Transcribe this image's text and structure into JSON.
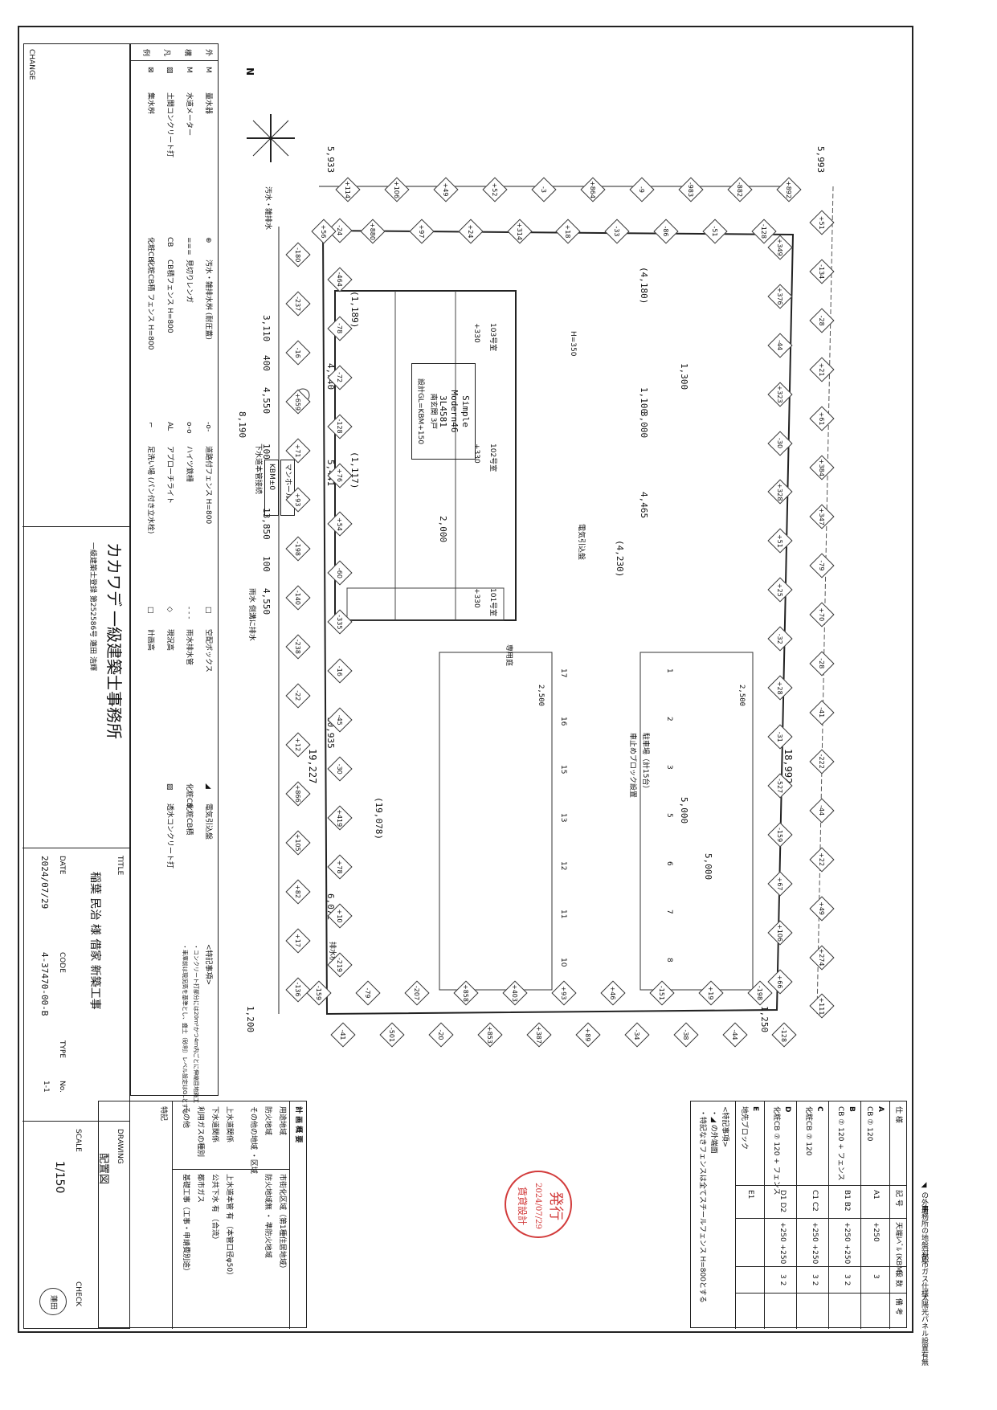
{
  "title_block": {
    "title_label": "TITLE",
    "title": "稲葉 民治 様 借家 新築工事",
    "drawing_label": "DRAWING",
    "drawing": "配置図",
    "scale_label": "SCALE",
    "scale": "1/150",
    "check_label": "CHECK",
    "check_stamp": "蓮田",
    "no_label": "No.",
    "no": "1-1",
    "type_label": "TYPE",
    "code_label": "CODE",
    "code": "4-37470-00-B",
    "date_label": "DATE",
    "date": "2024/07/29",
    "office": "カカワデ 一級建築士事務所",
    "office_reg": "一級建築士登録 第252586号 蓮田 浩輝",
    "change_label": "CHANGE"
  },
  "stamp": {
    "top": "発行",
    "date": "2024/07/29",
    "bottom": "賃貸設計"
  },
  "fence_table": {
    "headers": [
      "仕 様",
      "記 号",
      "天端ﾚﾍﾞﾙ (KBM)",
      "段 数",
      "備 考"
    ],
    "rows": [
      {
        "spec": "A",
        "desc": "CB ⑦ 120",
        "mark": "A1",
        "level": "+250",
        "steps": "3"
      },
      {
        "spec": "B",
        "desc": "CB ⑦ 120 + フェンス",
        "mark": "B1 B2",
        "level": "+250 +250",
        "steps": "3 2"
      },
      {
        "spec": "C",
        "desc": "化粧CB ⑦ 120",
        "mark": "C1 C2",
        "level": "+250 +250",
        "steps": "3 2"
      },
      {
        "spec": "D",
        "desc": "化粧CB ⑦ 120 + フェンス",
        "mark": "D1 D2",
        "level": "+250 +250",
        "steps": "3 2"
      },
      {
        "spec": "E",
        "desc": "地先ブロック",
        "mark": "E1",
        "level": "",
        "steps": ""
      }
    ],
    "notes_title": "<特記事項>",
    "notes": [
      "・◢ の外端面",
      "・特記なきフェンスは全てスチールフェンス H=800とする"
    ]
  },
  "plan_summary": {
    "title": "計 画 概 要",
    "rows": [
      {
        "k": "用途地域",
        "v": "市街化区域（第1種住居地域）"
      },
      {
        "k": "防火地域",
        "v": "防火地域無 ・ 準防火地域"
      },
      {
        "k": "その他の地域 ・区域",
        "v": ""
      },
      {
        "k": "上水道関係",
        "v": "上水道本管 有 （本管口径φ50）"
      },
      {
        "k": "下水道関係",
        "v": "公共下水 有 （合流）"
      },
      {
        "k": "利用ガスの種別",
        "v": "都市ガス"
      },
      {
        "k": "その他",
        "v": "基礎工事（工事・申請費別途）"
      },
      {
        "k": "特記",
        "v": ""
      }
    ]
  },
  "legend": {
    "rows": [
      {
        "sym": "M",
        "label": "量水器"
      },
      {
        "sym": "⊕",
        "label": "汚水・雑排水桝 (耐圧蓋)"
      },
      {
        "sym": "-o-",
        "label": "道路付フェンス H=800"
      },
      {
        "sym": "□",
        "label": "空配ボックス"
      },
      {
        "sym": "◢",
        "label": "電気引込盤"
      },
      {
        "sym": "M",
        "label": "水道メーター"
      },
      {
        "sym": "===",
        "label": "見切りレンガ"
      },
      {
        "sym": "- - -",
        "label": "雨水排水管"
      },
      {
        "sym": "CB",
        "label": "CB積フェンス H=800"
      },
      {
        "sym": "o-o",
        "label": "ハイツ鉄柵"
      },
      {
        "sym": "◇",
        "label": "現況高"
      },
      {
        "sym": "化粧CB",
        "label": "化粧CB積 フェンス H=800"
      },
      {
        "sym": "AL",
        "label": "アプローチライト"
      },
      {
        "sym": "□",
        "label": "計画高"
      },
      {
        "sym": "化粧CB",
        "label": "化粧CB積"
      },
      {
        "sym": "⌐",
        "label": "足洗い場 (パン付き立水栓)"
      },
      {
        "sym": "▨",
        "label": "土間コンクリート打"
      },
      {
        "sym": "▨",
        "label": "透水コンクリート打"
      },
      {
        "sym": "⊠",
        "label": "集水桝"
      }
    ],
    "side_labels": [
      "外",
      "構",
      "凡",
      "例"
    ],
    "notes_title": "<特記事項>",
    "notes": [
      "・コンクリート打部分には20ｍ²かつ4ｍ内ごとに伸縮目地施工",
      "・車庫前は現況高を基準とし、盛土（砂利）レベル設定はGLとする"
    ]
  },
  "building": {
    "name_1": "Simple",
    "name_2": "Modern46",
    "name_3": "3L4581",
    "name_4": "南玄関 3戸",
    "gl": "設計GL=KBM+150",
    "rooms": [
      "101号室",
      "102号室",
      "103号室"
    ],
    "room_levels": [
      "+330",
      "+330",
      "+330"
    ],
    "porch": "専用庭"
  },
  "parking": {
    "label": "駐車場（計15台）",
    "sub": "車止めブロック設置",
    "numbers_top": [
      "1",
      "2",
      "3",
      "5",
      "6",
      "7",
      "8"
    ],
    "numbers_bottom": [
      "17",
      "16",
      "15",
      "13",
      "12",
      "11",
      "10"
    ],
    "width": "2,500",
    "depth": "5,000",
    "aisle": "5,000"
  },
  "dimensions": {
    "site_top": "18,992",
    "site_bottom": "19,227",
    "site_left": "5,993",
    "site_left2": "5,933",
    "total_depth": "13,850",
    "width_a": "4,550",
    "width_b": "100",
    "width_c": "4,550",
    "width_d": "100",
    "width_e": "3,110",
    "width_f": "400",
    "setback_1": "1,200",
    "setback_2": "1,250",
    "b1": "8,190",
    "b2": "5,441",
    "b3": "4,740",
    "b4": "10,935",
    "b5": "6,072",
    "b6": "(19,078)",
    "b7": "(4,230)",
    "b8": "4,465",
    "b9": "3,000",
    "b10": "1,100",
    "b11": "1,300",
    "b12": "(1,117)",
    "b13": "(1,189)",
    "b14": "2,000",
    "b15": "(4,180)"
  },
  "labels": {
    "manhole": "マンホール",
    "kbm": "KBM±0",
    "sewer": "下水道本管接続",
    "electric": "電気引込盤",
    "water_main": "汚水・雑排水",
    "rain": "雨水 側溝に排水",
    "height": "H=350",
    "drain": "排水桝",
    "north": "N",
    "footer_notes": [
      "◢ の外周",
      "事務所の地盤対応",
      "都市ガス仕様",
      "太陽光パネル設置有無"
    ],
    "footer_side": [
      "建",
      "物",
      "仕",
      "様"
    ]
  },
  "elevations": [
    "+51",
    "+349",
    "-134",
    "+376",
    "-28",
    "-44",
    "+21",
    "+323",
    "+61",
    "-30",
    "+384",
    "+328",
    "+347",
    "+51",
    "-79",
    "+25",
    "+70",
    "-32",
    "-28",
    "+28",
    "-41",
    "-31",
    "-222",
    "-527",
    "-44",
    "-159",
    "+22",
    "+67",
    "+49",
    "+106",
    "+274",
    "+66",
    "+111",
    "-128",
    "-198",
    "-44",
    "+19",
    "-38",
    "-151",
    "-34",
    "+46",
    "+89",
    "+93",
    "+387",
    "+403",
    "+853",
    "+858",
    "-20",
    "-207",
    "-501",
    "-79",
    "-41",
    "-159",
    "-136",
    "-219",
    "+17",
    "+10",
    "+82",
    "+78",
    "+105",
    "+419",
    "+866",
    "-30",
    "+12",
    "-45",
    "-22",
    "-16",
    "-238",
    "-335",
    "-140",
    "-60",
    "-198",
    "+54",
    "+93",
    "+76",
    "+71",
    "-128",
    "+659",
    "-72",
    "-16",
    "-78",
    "-237",
    "-464",
    "-180",
    "-24",
    "+56",
    "+114",
    "+880",
    "+106",
    "+97",
    "+49",
    "+24",
    "+52",
    "+314",
    "-3",
    "+18",
    "+864",
    "-33",
    "-9",
    "-86",
    "-983",
    "-51",
    "-882",
    "-128",
    "+892"
  ]
}
